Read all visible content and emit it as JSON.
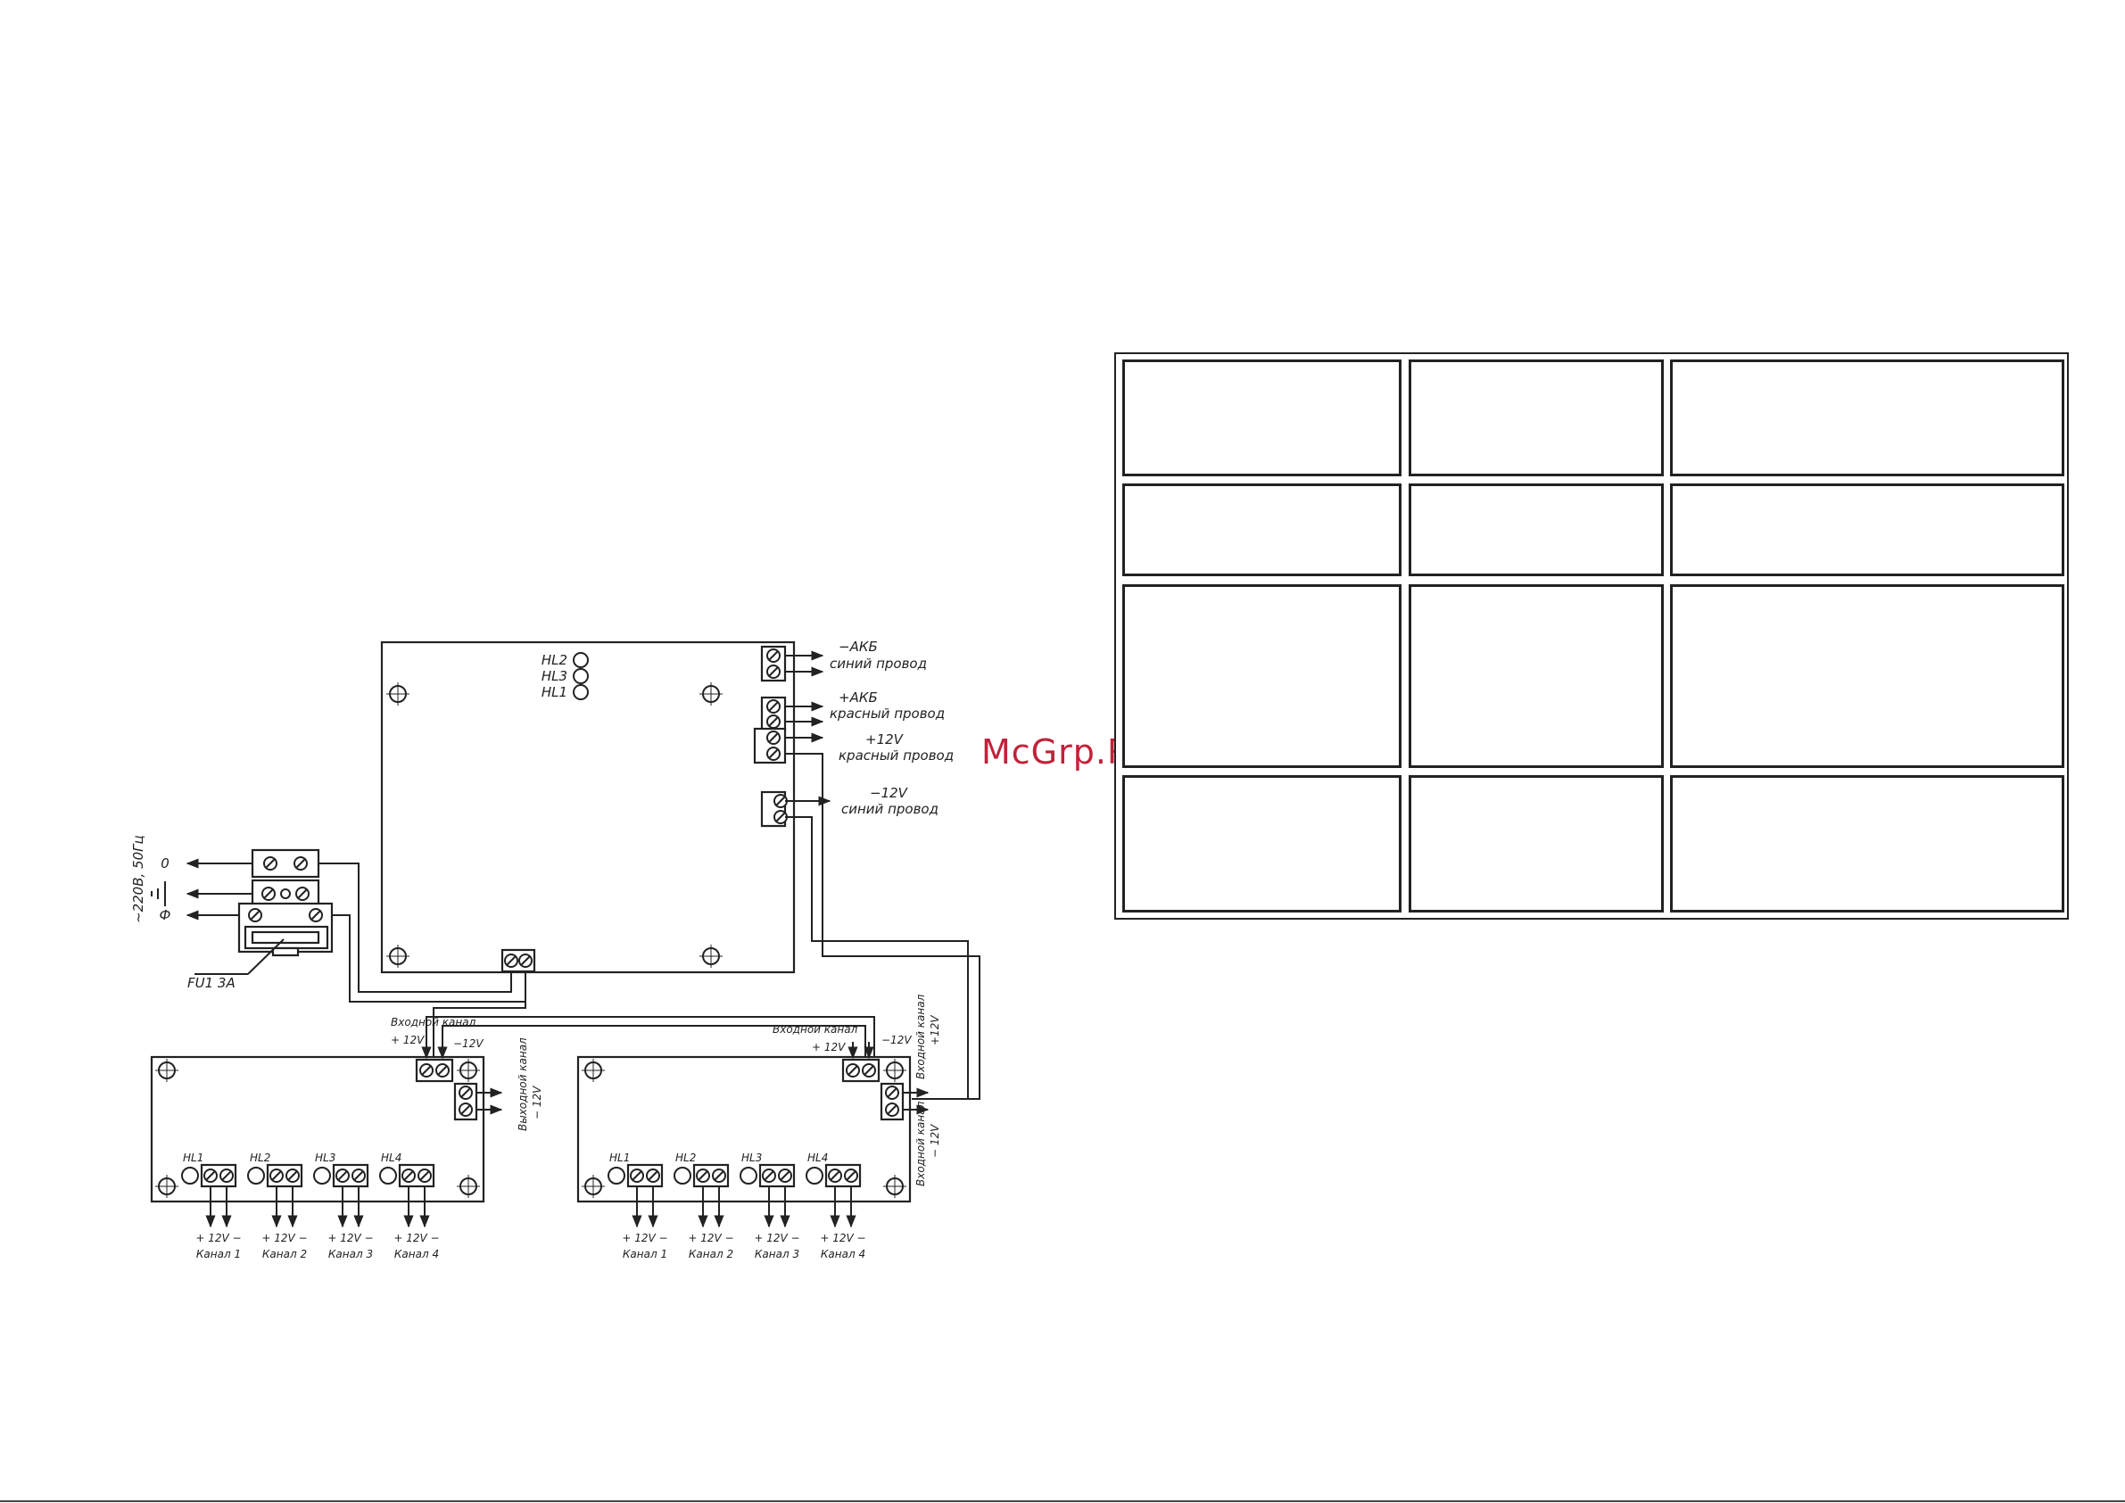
{
  "watermark": "McGrp.Ru",
  "main_board": {
    "leds": [
      "HL2",
      "HL3",
      "HL1"
    ],
    "terminals": [
      {
        "line1": "−АКБ",
        "line2": "синий провод"
      },
      {
        "line1": "+АКБ",
        "line2": "красный провод"
      },
      {
        "line1": "+12V",
        "line2": "красный провод"
      },
      {
        "line1": "−12V",
        "line2": "синий провод"
      }
    ]
  },
  "mains": {
    "zero": "0",
    "phase": "Ф",
    "supply": "~220В, 50Гц",
    "fuse": "FU1 3A"
  },
  "splitter_left": {
    "input_label": "Входной канал",
    "plus": "+ 12V",
    "minus": "−12V",
    "output_label": "Выходной канал",
    "output_minus": "− 12V",
    "leds": [
      "HL1",
      "HL2",
      "HL3",
      "HL4"
    ],
    "channel_voltage": "+ 12V −",
    "channels": [
      "Канал 1",
      "Канал 2",
      "Канал 3",
      "Канал 4"
    ]
  },
  "splitter_right": {
    "input_label": "Входной канал",
    "plus": "+ 12V",
    "minus": "−12V",
    "output_label": "Входной канал",
    "output_plus": "+12V",
    "output_minus": "− 12V",
    "leds": [
      "HL1",
      "HL2",
      "HL3",
      "HL4"
    ],
    "channel_voltage": "+ 12V −",
    "channels": [
      "Канал 1",
      "Канал 2",
      "Канал 3",
      "Канал 4"
    ]
  },
  "table": {
    "rows": [
      [
        "",
        "",
        ""
      ],
      [
        "",
        "",
        ""
      ],
      [
        "",
        "",
        ""
      ],
      [
        "",
        "",
        ""
      ]
    ]
  }
}
